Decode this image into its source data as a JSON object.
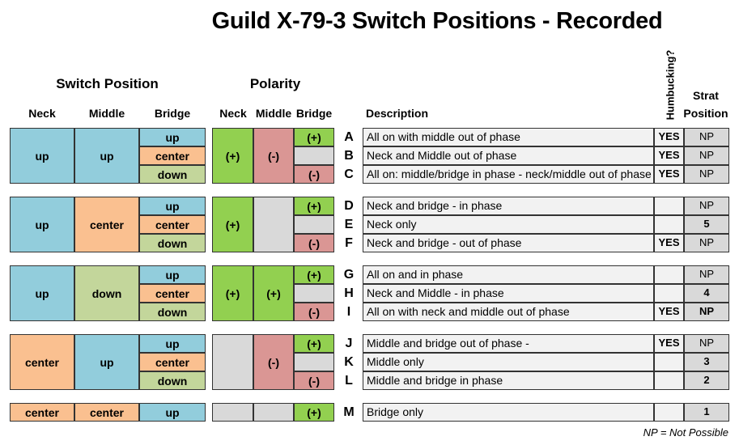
{
  "title": "Guild X-79-3 Switch Positions - Recorded",
  "headers": {
    "switch_position": "Switch Position",
    "polarity": "Polarity",
    "neck": "Neck",
    "middle": "Middle",
    "bridge": "Bridge",
    "description": "Description",
    "humbucking": "Humbucking?",
    "strat_line1": "Strat",
    "strat_line2": "Position"
  },
  "groups": [
    {
      "neck": "up",
      "middle": "up",
      "rows": [
        {
          "bridge": "up",
          "polarity_bridge": "(+)",
          "letter": "A",
          "description": "All on with middle out of phase",
          "humbucking": "YES",
          "strat": "NP"
        },
        {
          "bridge": "center",
          "polarity_bridge": "",
          "letter": "B",
          "description": "Neck and Middle out of phase",
          "humbucking": "YES",
          "strat": "NP"
        },
        {
          "bridge": "down",
          "polarity_bridge": "(-)",
          "letter": "C",
          "description": "All on: middle/bridge in phase - neck/middle out of phase",
          "humbucking": "YES",
          "strat": "NP"
        }
      ],
      "polarity_neck": "(+)",
      "polarity_middle": "(-)"
    },
    {
      "neck": "up",
      "middle": "center",
      "rows": [
        {
          "bridge": "up",
          "polarity_bridge": "(+)",
          "letter": "D",
          "description": "Neck and bridge - in phase",
          "humbucking": "",
          "strat": "NP"
        },
        {
          "bridge": "center",
          "polarity_bridge": "",
          "letter": "E",
          "description": "Neck only",
          "humbucking": "",
          "strat": "5"
        },
        {
          "bridge": "down",
          "polarity_bridge": "(-)",
          "letter": "F",
          "description": "Neck and bridge - out of phase",
          "humbucking": "YES",
          "strat": "NP"
        }
      ],
      "polarity_neck": "(+)",
      "polarity_middle": ""
    },
    {
      "neck": "up",
      "middle": "down",
      "rows": [
        {
          "bridge": "up",
          "polarity_bridge": "(+)",
          "letter": "G",
          "description": "All on and in phase",
          "humbucking": "",
          "strat": "NP"
        },
        {
          "bridge": "center",
          "polarity_bridge": "",
          "letter": "H",
          "description": "Neck and Middle - in phase",
          "humbucking": "",
          "strat": "4"
        },
        {
          "bridge": "down",
          "polarity_bridge": "(-)",
          "letter": "I",
          "description": "All on with neck and middle out of phase",
          "humbucking": "YES",
          "strat": "NP"
        }
      ],
      "polarity_neck": "(+)",
      "polarity_middle": "(+)"
    },
    {
      "neck": "center",
      "middle": "up",
      "rows": [
        {
          "bridge": "up",
          "polarity_bridge": "(+)",
          "letter": "J",
          "description": "Middle and bridge out of phase -",
          "humbucking": "YES",
          "strat": "NP"
        },
        {
          "bridge": "center",
          "polarity_bridge": "",
          "letter": "K",
          "description": "Middle only",
          "humbucking": "",
          "strat": "3"
        },
        {
          "bridge": "down",
          "polarity_bridge": "(-)",
          "letter": "L",
          "description": "Middle and bridge in phase",
          "humbucking": "",
          "strat": "2"
        }
      ],
      "polarity_neck": "",
      "polarity_middle": "(-)"
    },
    {
      "neck": "center",
      "middle": "center",
      "rows": [
        {
          "bridge": "up",
          "polarity_bridge": "(+)",
          "letter": "M",
          "description": "Bridge only",
          "humbucking": "",
          "strat": "1"
        }
      ],
      "polarity_neck": "",
      "polarity_middle": ""
    }
  ],
  "footnote": "NP = Not Possible",
  "colors": {
    "up": "#92cddc",
    "center": "#fac090",
    "down": "#c3d69b",
    "positive": "#92d050",
    "negative": "#da9694",
    "neutral": "#d9d9d9",
    "row_fill": "#f2f2f2"
  }
}
